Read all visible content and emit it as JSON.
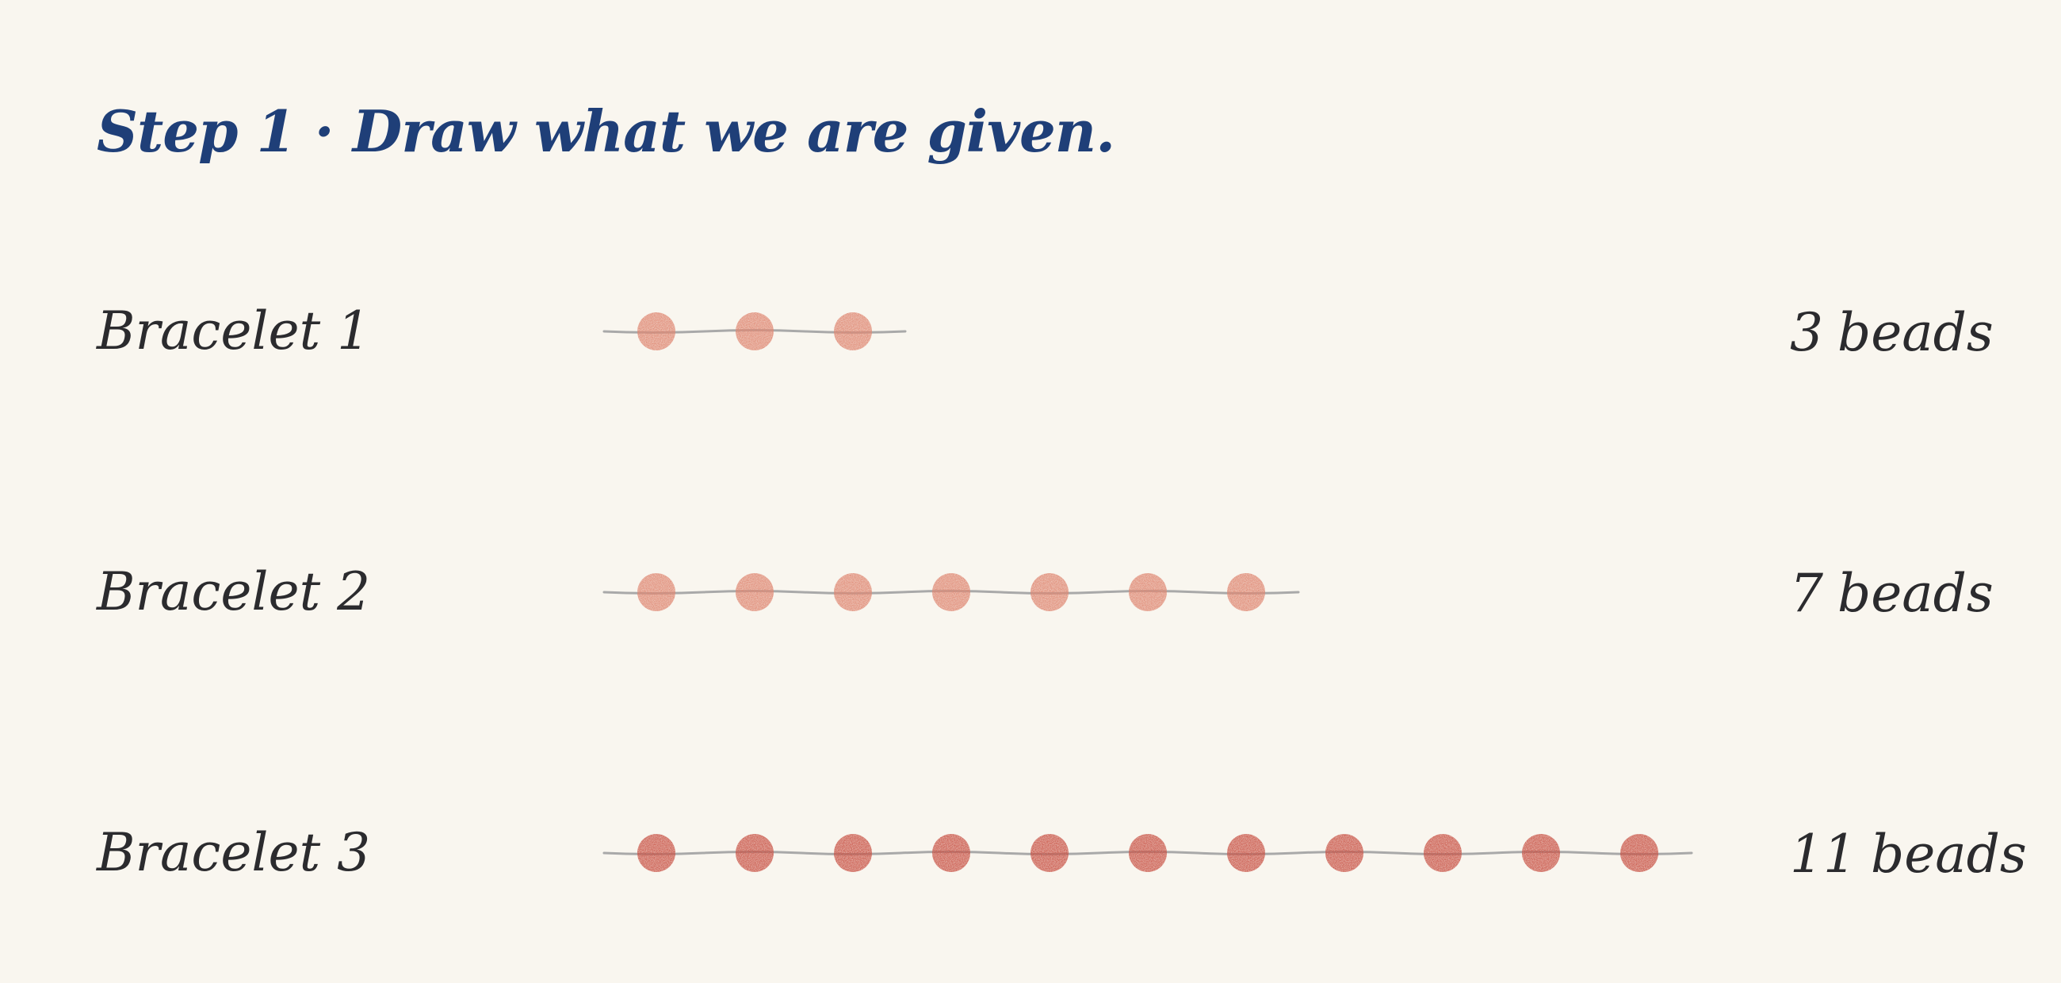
{
  "title": "Step 1 · Draw what we are given.",
  "colors": {
    "background": "#f9f6ef",
    "title": "#1f3f78",
    "text": "#2b2b2e",
    "string": "#a9a9a9",
    "bead_light": "#df8873",
    "bead_dark": "#c95548"
  },
  "bracelets": [
    {
      "label": "Bracelet 1",
      "count": 3,
      "count_unit": "beads",
      "bead_color": "#df8873"
    },
    {
      "label": "Bracelet 2",
      "count": 7,
      "count_unit": "beads",
      "bead_color": "#df8873"
    },
    {
      "label": "Bracelet 3",
      "count": 11,
      "count_unit": "beads",
      "bead_color": "#c95548"
    }
  ]
}
